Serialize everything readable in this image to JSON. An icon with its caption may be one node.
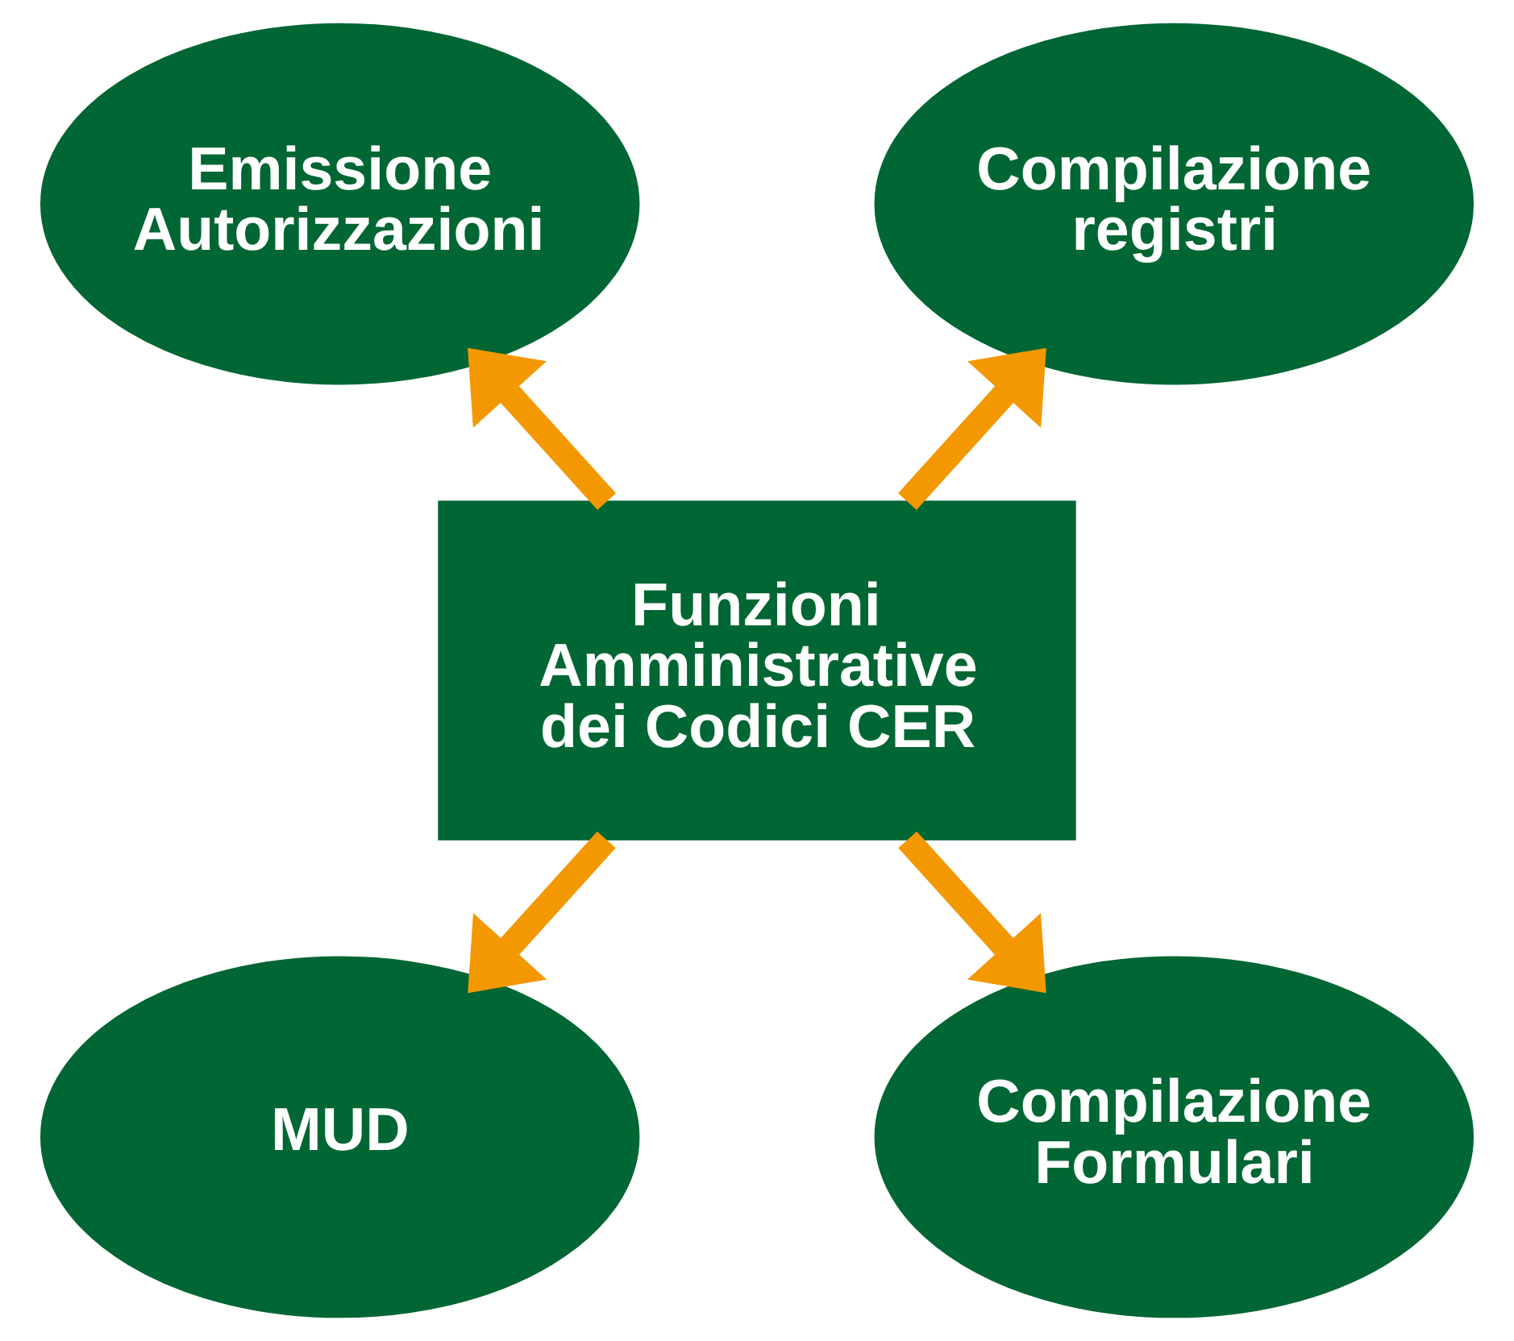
{
  "diagram": {
    "nodes": [
      {
        "text": [
          "Emissione Autorizzazioni"
        ]
      },
      {
        "text": [
          "Compilazione registri"
        ]
      },
      {
        "text": [
          "Funzioni Amministrative dei Codici CER"
        ]
      },
      {
        "text": [
          "MUD"
        ]
      },
      {
        "text": [
          "Compilazione Formulari"
        ]
      }
    ],
    "edges": [
      {
        "from": 2,
        "to": 0,
        "arrow": "to"
      },
      {
        "from": 2,
        "to": 1,
        "arrow": "to"
      },
      {
        "from": 2,
        "to": 3,
        "arrow": "to"
      },
      {
        "from": 2,
        "to": 4,
        "arrow": "to"
      }
    ]
  }
}
